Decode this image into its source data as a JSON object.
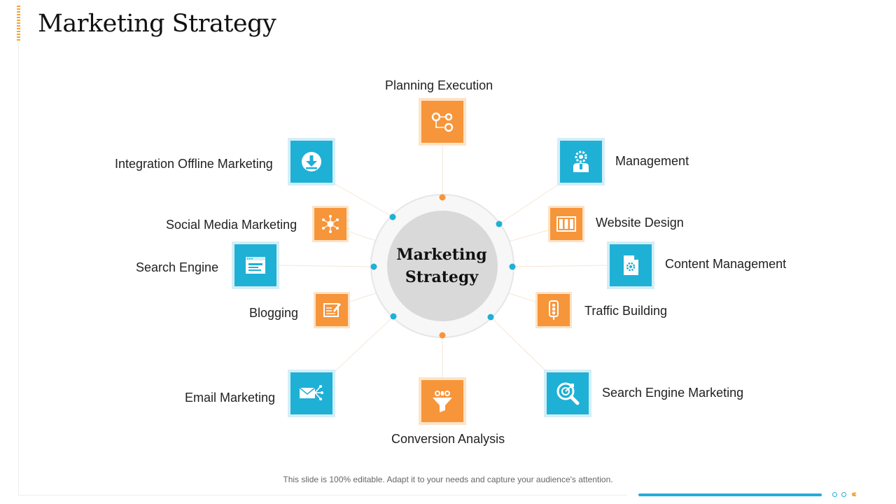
{
  "title": "Marketing Strategy",
  "center": {
    "line1": "Marketing",
    "line2": "Strategy"
  },
  "nodes": {
    "planning_execution": "Planning Execution",
    "management": "Management",
    "website_design": "Website Design",
    "content_management": "Content Management",
    "traffic_building": "Traffic Building",
    "search_engine_marketing": "Search Engine Marketing",
    "conversion_analysis": "Conversion Analysis",
    "email_marketing": "Email Marketing",
    "blogging": "Blogging",
    "search_engine": "Search Engine",
    "social_media_marketing": "Social Media Marketing",
    "integration_offline_marketing": "Integration Offline Marketing"
  },
  "icons": {
    "planning_execution": "gears-flow-icon",
    "management": "manager-gear-icon",
    "website_design": "website-columns-icon",
    "content_management": "document-gear-icon",
    "traffic_building": "traffic-light-icon",
    "search_engine_marketing": "target-magnifier-icon",
    "conversion_analysis": "funnel-icon",
    "email_marketing": "email-network-icon",
    "blogging": "blog-pen-icon",
    "search_engine": "browser-window-icon",
    "social_media_marketing": "network-hub-icon",
    "integration_offline_marketing": "download-arrow-icon"
  },
  "colors": {
    "orange": "#f7953a",
    "blue": "#1fb0d6",
    "center_fill": "#d9d9d9",
    "ring": "#f2f2f2"
  },
  "footer": "This slide is 100% editable. Adapt it to your needs and capture your audience's attention."
}
